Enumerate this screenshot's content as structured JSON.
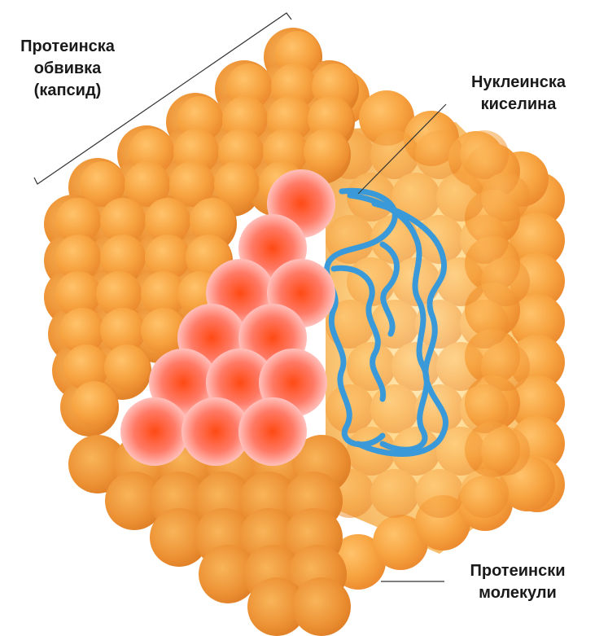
{
  "labels": {
    "capsid": [
      "Протеинска",
      "обвивка",
      "(капсид)"
    ],
    "nucleic_acid": [
      "Нуклеинска",
      "киселина"
    ],
    "protein_molecules": [
      "Протеински",
      "молекули"
    ]
  },
  "colors": {
    "capsomere_outer": "#f7a340",
    "capsomere_highlight": "#ffc36b",
    "cutaway_core": "#ff4a14",
    "cutaway_edge": "#ffd2d2",
    "nucleic_acid": "#3a9ad9",
    "leader_line": "#333333"
  },
  "icons": {
    "structure": "virus-capsid-icon"
  }
}
